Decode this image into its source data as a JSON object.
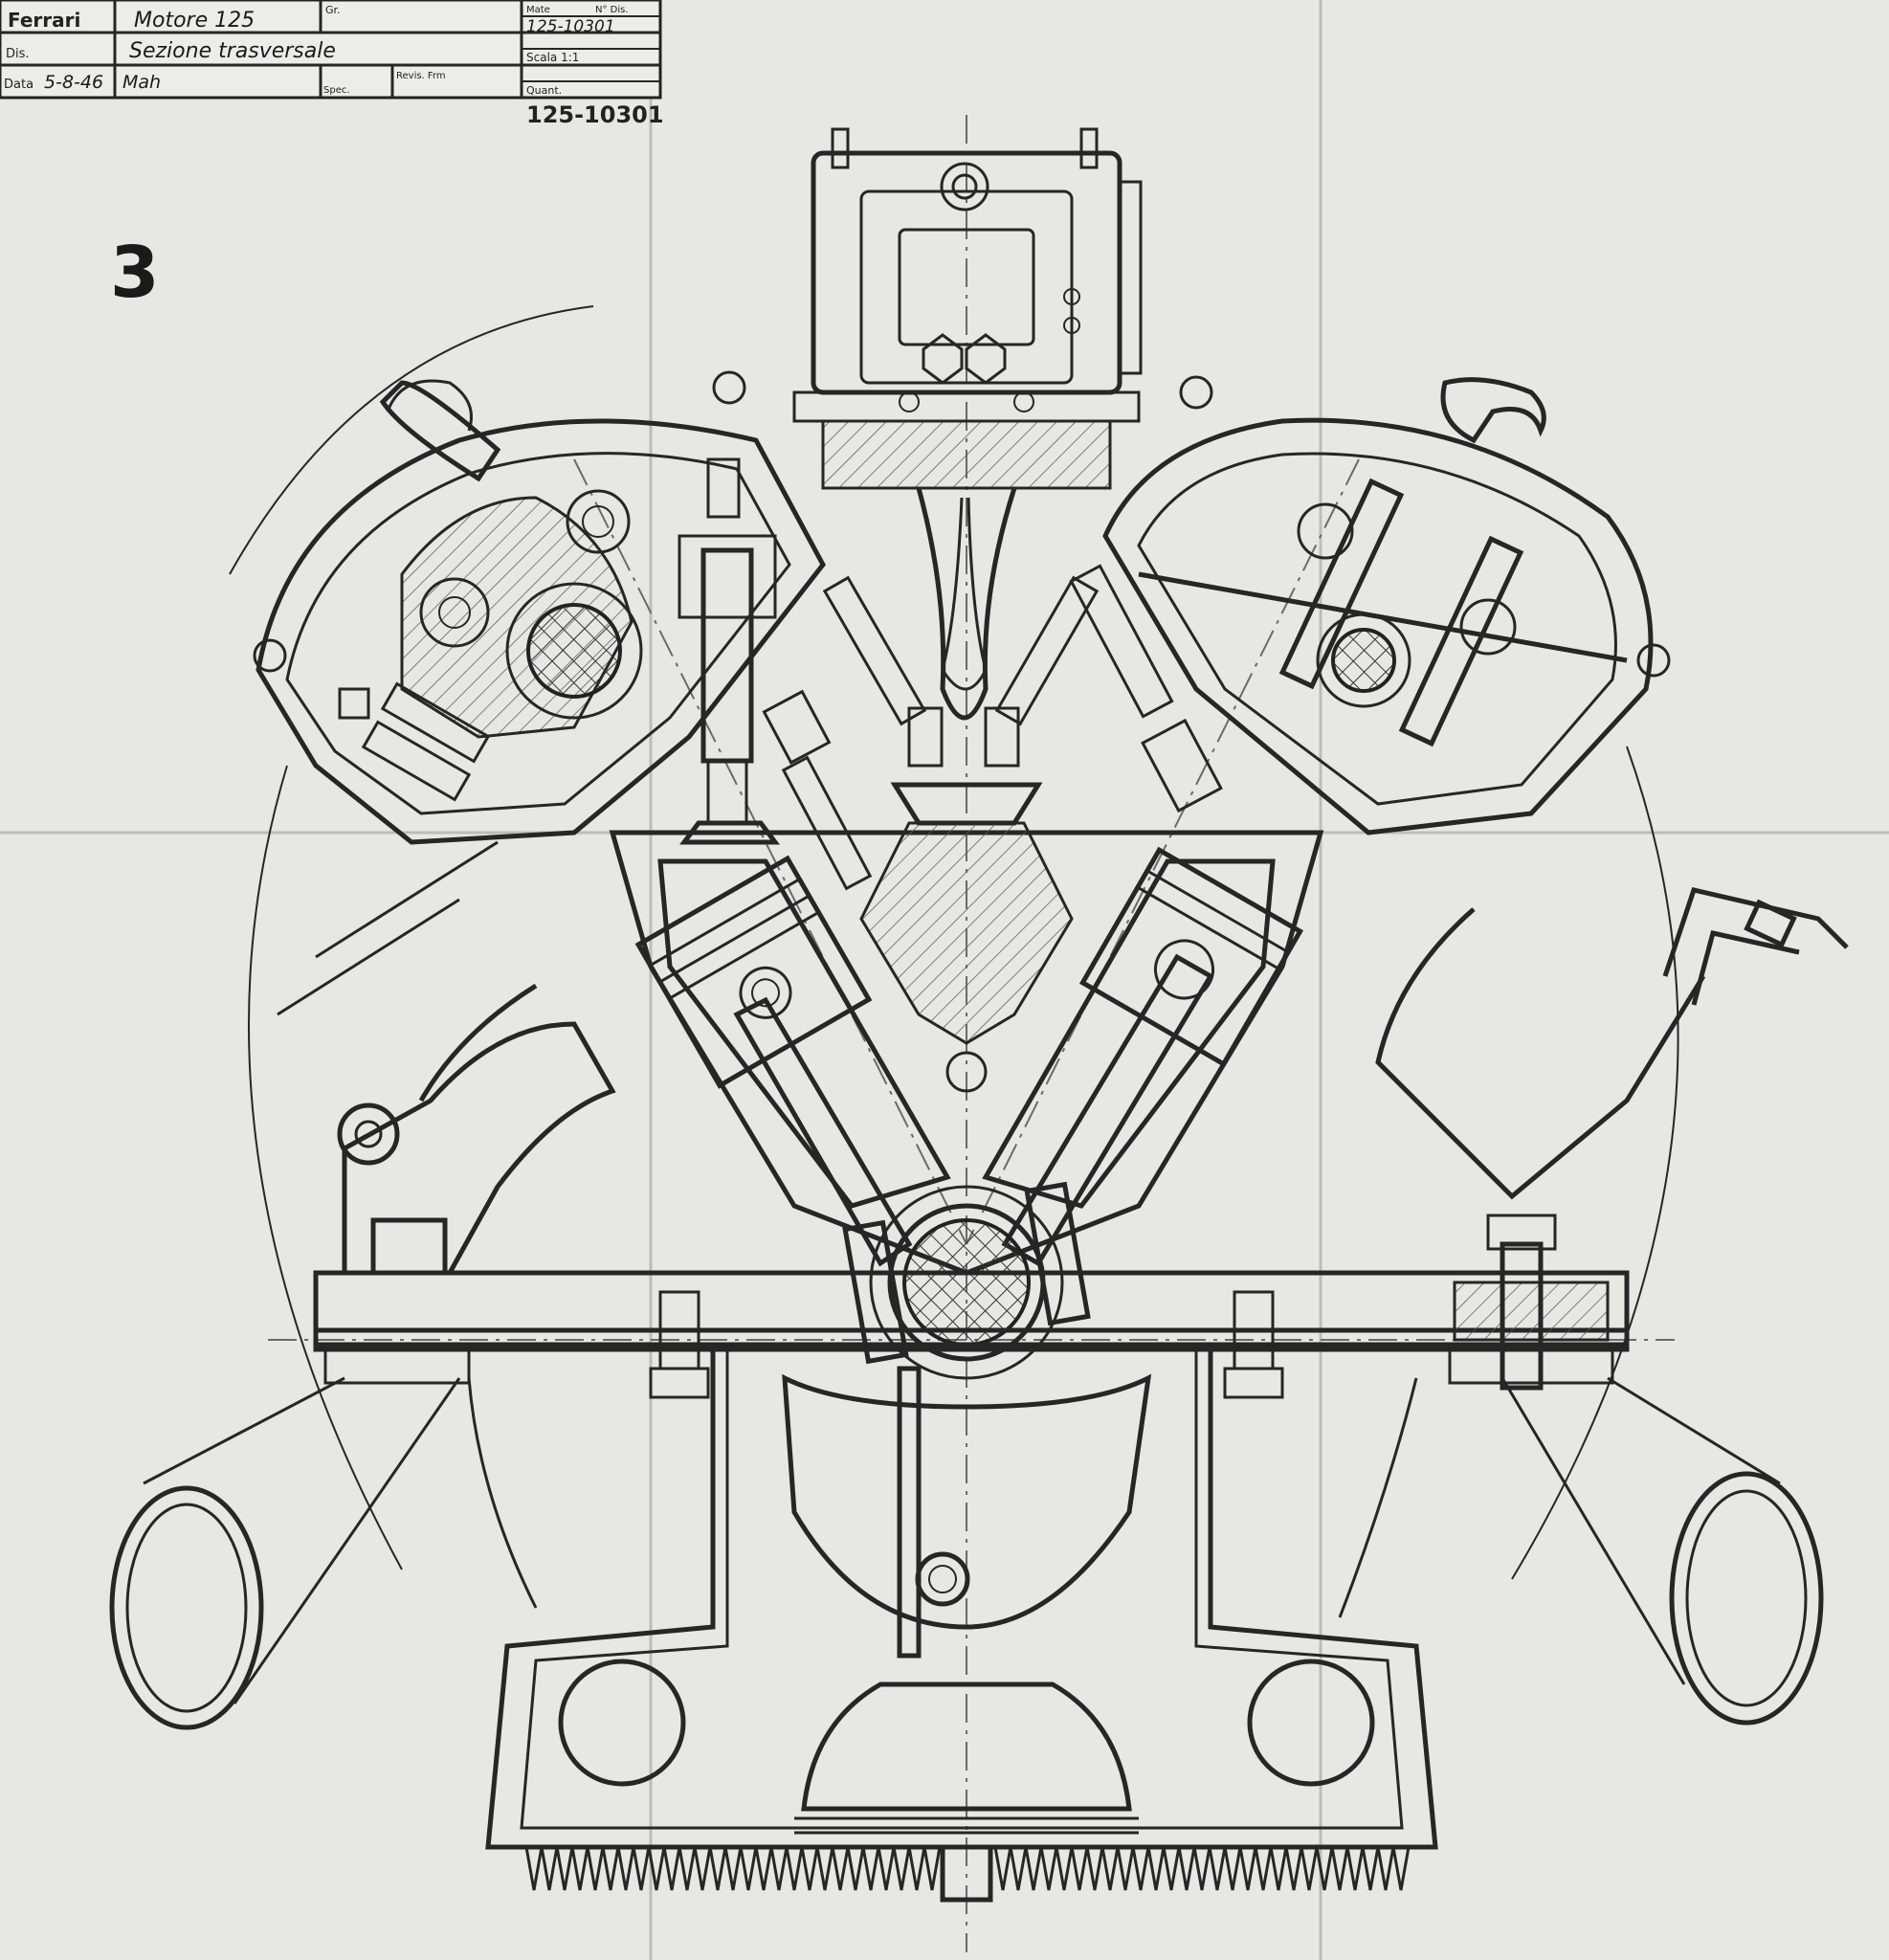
{
  "title_block": {
    "brand": "Ferrari",
    "subject": "Motore 125",
    "section": "Sezione trasversale",
    "dis_label": "Dis.",
    "data_label": "Data",
    "date": "5-8-46",
    "drafter": "Mah",
    "gr_label": "Gr.",
    "spec_label": "Spec.",
    "revis_label": "Revis. Frm",
    "mate_label": "Mate",
    "ndis_label": "N° Dis.",
    "ndis_value": "125-10301",
    "scale": "Scala 1:1",
    "quant_label": "Quant."
  },
  "drawing_number": "125-10301",
  "sheet_mark": "3",
  "colors": {
    "paper": "#e7e7e3",
    "ink": "#262626",
    "fold": "#bdbdb8"
  }
}
